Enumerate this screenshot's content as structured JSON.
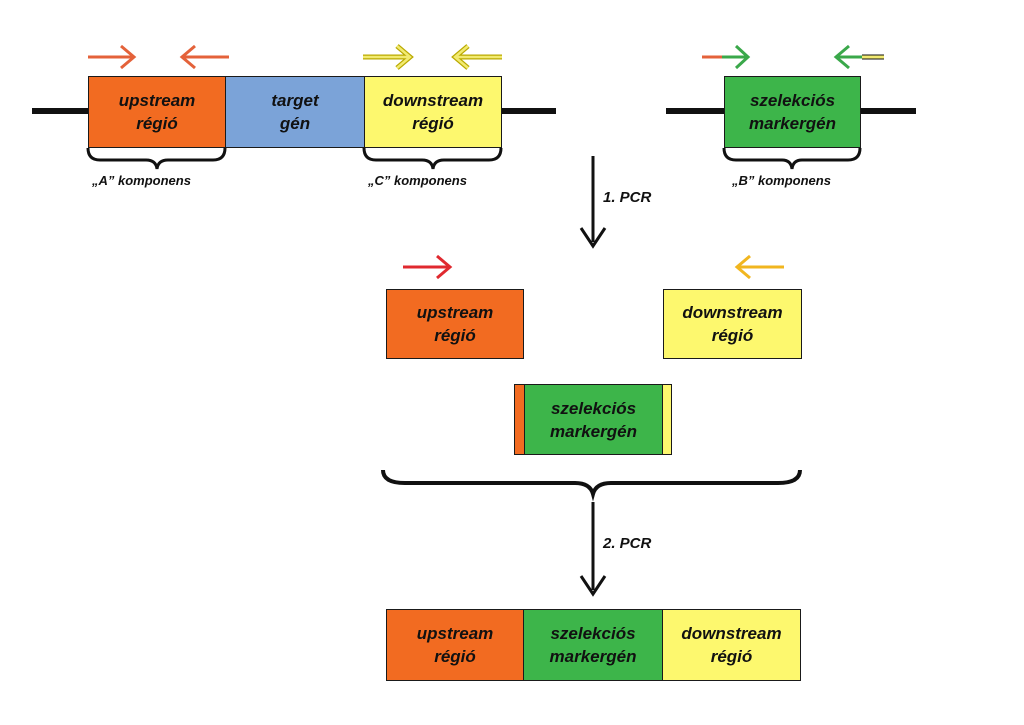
{
  "colors": {
    "upstream": "#f26b21",
    "target": "#7ba3d8",
    "downstream": "#fdf86e",
    "marker": "#3db54a",
    "line": "#111111",
    "primer_orange": "#e4623a",
    "primer_yellow": "#f2ea70",
    "primer_green": "#3aa84a",
    "primer_red": "#e0292f",
    "primer_gold": "#f1b61f"
  },
  "top": {
    "upstream": "upstream\nrégió",
    "target": "target\ngén",
    "downstream": "downstream\nrégió",
    "marker": "szelekciós\nmarkergén",
    "component_a": "„A” komponens",
    "component_c": "„C” komponens",
    "component_b": "„B” komponens"
  },
  "pcr1": {
    "label": "1. PCR",
    "upstream": "upstream\nrégió",
    "downstream": "downstream\nrégió",
    "marker": "szelekciós\nmarkergén"
  },
  "pcr2": {
    "label": "2. PCR",
    "upstream": "upstream\nrégió",
    "marker": "szelekciós\nmarkergén",
    "downstream": "downstream\nrégió"
  }
}
